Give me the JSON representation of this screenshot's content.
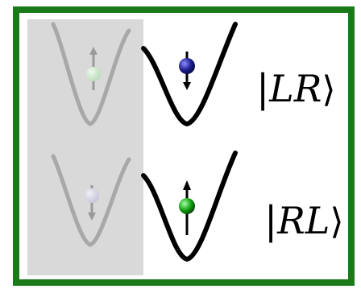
{
  "frame": {
    "border_color": "#1a7a1a"
  },
  "shade": {
    "fill": "#d9d9d9"
  },
  "states": [
    {
      "ket": "|LR⟩",
      "left_particle": {
        "color": "#b8e0b8",
        "spin": "up",
        "faded": true
      },
      "right_particle": {
        "color": "#1c1c8c",
        "spin": "down",
        "faded": false
      }
    },
    {
      "ket": "|RL⟩",
      "left_particle": {
        "color": "#c8c8dc",
        "spin": "down",
        "faded": true
      },
      "right_particle": {
        "color": "#10a010",
        "spin": "up",
        "faded": false
      }
    }
  ]
}
